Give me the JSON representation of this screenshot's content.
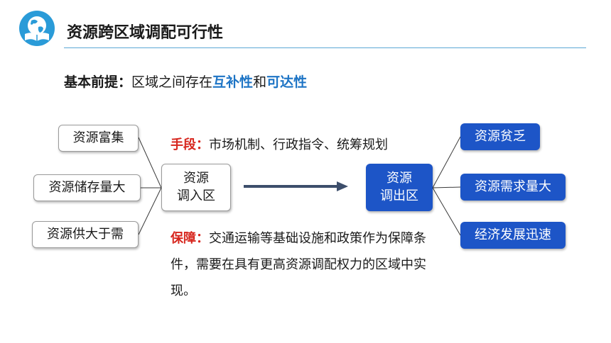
{
  "header": {
    "title": "资源跨区域调配可行性",
    "logo_icon": "globe-book-icon"
  },
  "premise": {
    "label": "基本前提",
    "colon": "：",
    "text_before": "区域之间存在",
    "highlight_1": "互补性",
    "connector": "和",
    "highlight_2": "可达性"
  },
  "left_factors": [
    "资源富集",
    "资源储存量大",
    "资源供大于需"
  ],
  "import_region": {
    "line1": "资源",
    "line2": "调入区"
  },
  "export_region": {
    "line1": "资源",
    "line2": "调出区"
  },
  "right_factors": [
    "资源贫乏",
    "资源需求量大",
    "经济发展迅速"
  ],
  "means": {
    "label": "手段",
    "colon": "：",
    "text": "市场机制、行政指令、统筹规划"
  },
  "guarantee": {
    "label": "保障",
    "colon": "：",
    "text": "交通运输等基础设施和政策作为保障条件，需要在具有更高资源调配权力的区域中实现。"
  },
  "colors": {
    "accent_blue": "#1d55c7",
    "highlight_blue": "#1d74c5",
    "label_red": "#d7261e",
    "arrow": "#3d4e6b"
  }
}
